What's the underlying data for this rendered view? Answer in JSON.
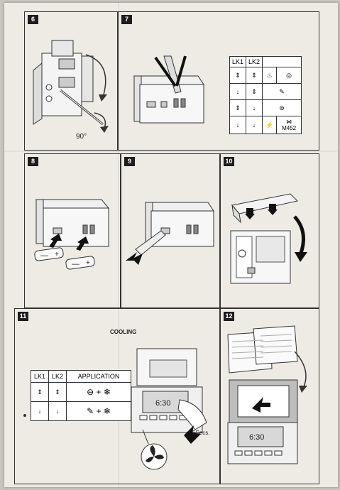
{
  "panels": [
    {
      "number": "6",
      "angle_label": "90°"
    },
    {
      "number": "7",
      "table_headers": [
        "LK1",
        "LK2"
      ],
      "model_label": "M452"
    },
    {
      "number": "8"
    },
    {
      "number": "9"
    },
    {
      "number": "10"
    },
    {
      "number": "11",
      "title": "COOLING",
      "table_headers": [
        "LK1",
        "LK2",
        "APPLICATION"
      ],
      "time_label": "5Secs."
    },
    {
      "number": "12"
    }
  ]
}
